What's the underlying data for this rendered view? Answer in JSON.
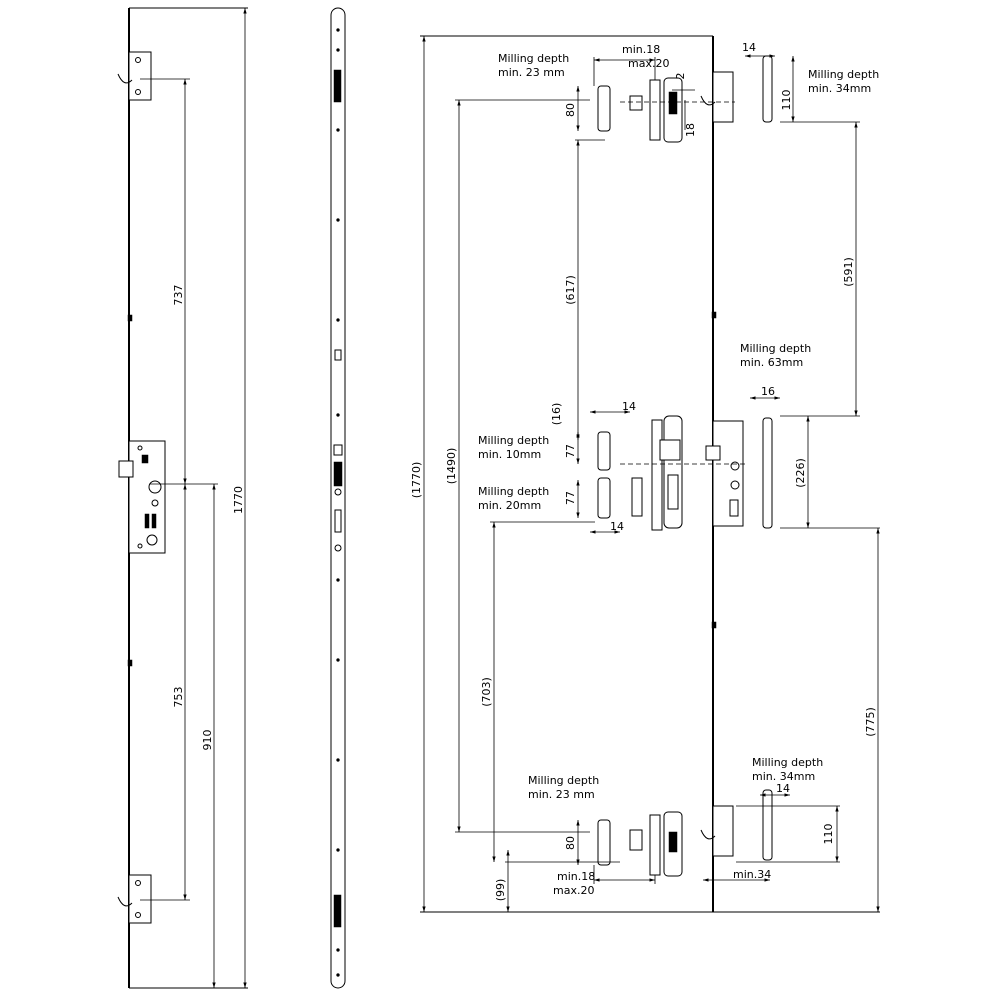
{
  "left_view": {
    "dims": {
      "d737": "737",
      "d753": "753",
      "d910": "910",
      "d1770": "1770"
    }
  },
  "right_view": {
    "dims": {
      "total": "(1770)",
      "d1490": "(1490)",
      "d617": "(617)",
      "d703": "(703)",
      "d99": "(99)",
      "d591": "(591)",
      "d226": "(226)",
      "d775": "(775)",
      "top_keep_80": "80",
      "top_min18": "min.18",
      "top_max20": "max.20",
      "top_2": "2",
      "top_18": "18",
      "mid_16": "(16)",
      "mid_14_top": "14",
      "mid_77_a": "77",
      "mid_77_b": "77",
      "mid_14_bottom": "14",
      "bot_keep_80": "80",
      "bot_min18": "min.18",
      "bot_max20": "max.20",
      "right_top_14": "14",
      "right_top_110": "110",
      "right_mid_16": "16",
      "right_bot_14": "14",
      "right_bot_110": "110",
      "right_bot_min34": "min.34"
    },
    "labels": {
      "top_left_1": "Milling depth",
      "top_left_2": "min. 23 mm",
      "top_right_1": "Milling depth",
      "top_right_2": "min. 34mm",
      "mid_right_1": "Milling depth",
      "mid_right_2": "min. 63mm",
      "mid_left_a1": "Milling depth",
      "mid_left_a2": "min. 10mm",
      "mid_left_b1": "Milling depth",
      "mid_left_b2": "min. 20mm",
      "bot_left_1": "Milling depth",
      "bot_left_2": "min. 23 mm",
      "bot_right_1": "Milling depth",
      "bot_right_2": "min. 34mm"
    }
  }
}
